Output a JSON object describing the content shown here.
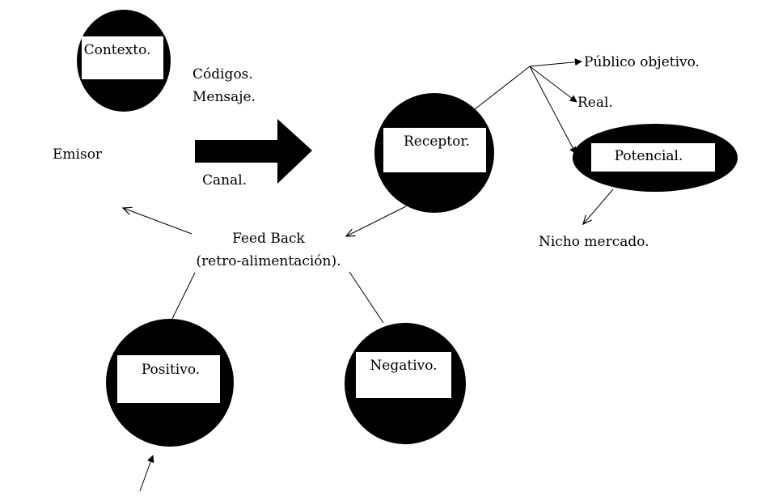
{
  "nodes": {
    "contexto": "Contexto.",
    "receptor": "Receptor.",
    "potencial": "Potencial.",
    "positivo": "Positivo.",
    "negativo": "Negativo."
  },
  "labels": {
    "codigos": "Códigos.",
    "mensaje": "Mensaje.",
    "emisor": "Emisor",
    "canal": "Canal.",
    "publico_objetivo": "Público objetivo.",
    "real": "Real.",
    "nicho_mercado": "Nicho mercado.",
    "feedback_line1": "Feed Back",
    "feedback_line2": "(retro-alimentación)."
  },
  "colors": {
    "ink": "#000000",
    "paper": "#ffffff"
  }
}
